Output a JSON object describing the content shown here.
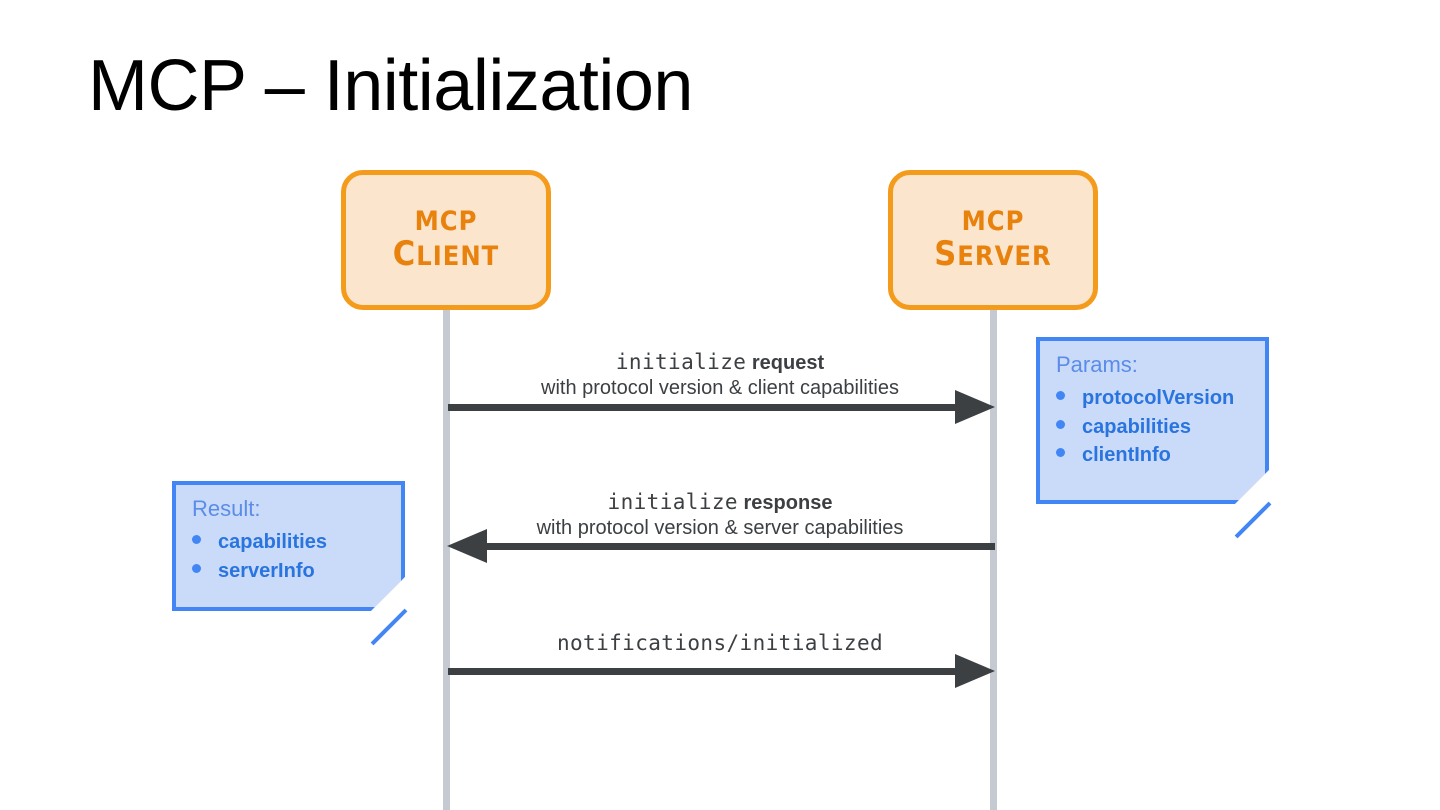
{
  "slide": {
    "title": "MCP – Initialization",
    "background": "#ffffff"
  },
  "colors": {
    "actor_fill": "#fbe5cd",
    "actor_border": "#f59b1c",
    "actor_text": "#e8820c",
    "lifeline": "#c5cad2",
    "arrow": "#3c4043",
    "note_fill": "#c9dbf9",
    "note_border": "#4285f4",
    "note_title_text": "#5b8ce8",
    "note_item_text": "#2a74e0",
    "title_text": "#000000"
  },
  "actors": [
    {
      "id": "client",
      "line1": "MCP",
      "line2": "Client"
    },
    {
      "id": "server",
      "line1": "MCP",
      "line2": "Server"
    }
  ],
  "messages": [
    {
      "id": "initialize-request",
      "method": "initialize",
      "kind": "request",
      "subtitle": "with protocol version & client capabilities",
      "direction": "client-to-server"
    },
    {
      "id": "initialize-response",
      "method": "initialize",
      "kind": "response",
      "subtitle": "with protocol version & server capabilities",
      "direction": "server-to-client"
    },
    {
      "id": "notifications-initialized",
      "method": "notifications/initialized",
      "kind": "",
      "subtitle": "",
      "direction": "client-to-server"
    }
  ],
  "notes": [
    {
      "id": "params-note",
      "title": "Params:",
      "items": [
        "protocolVersion",
        "capabilities",
        "clientInfo"
      ]
    },
    {
      "id": "result-note",
      "title": "Result:",
      "items": [
        "capabilities",
        "serverInfo"
      ]
    }
  ]
}
